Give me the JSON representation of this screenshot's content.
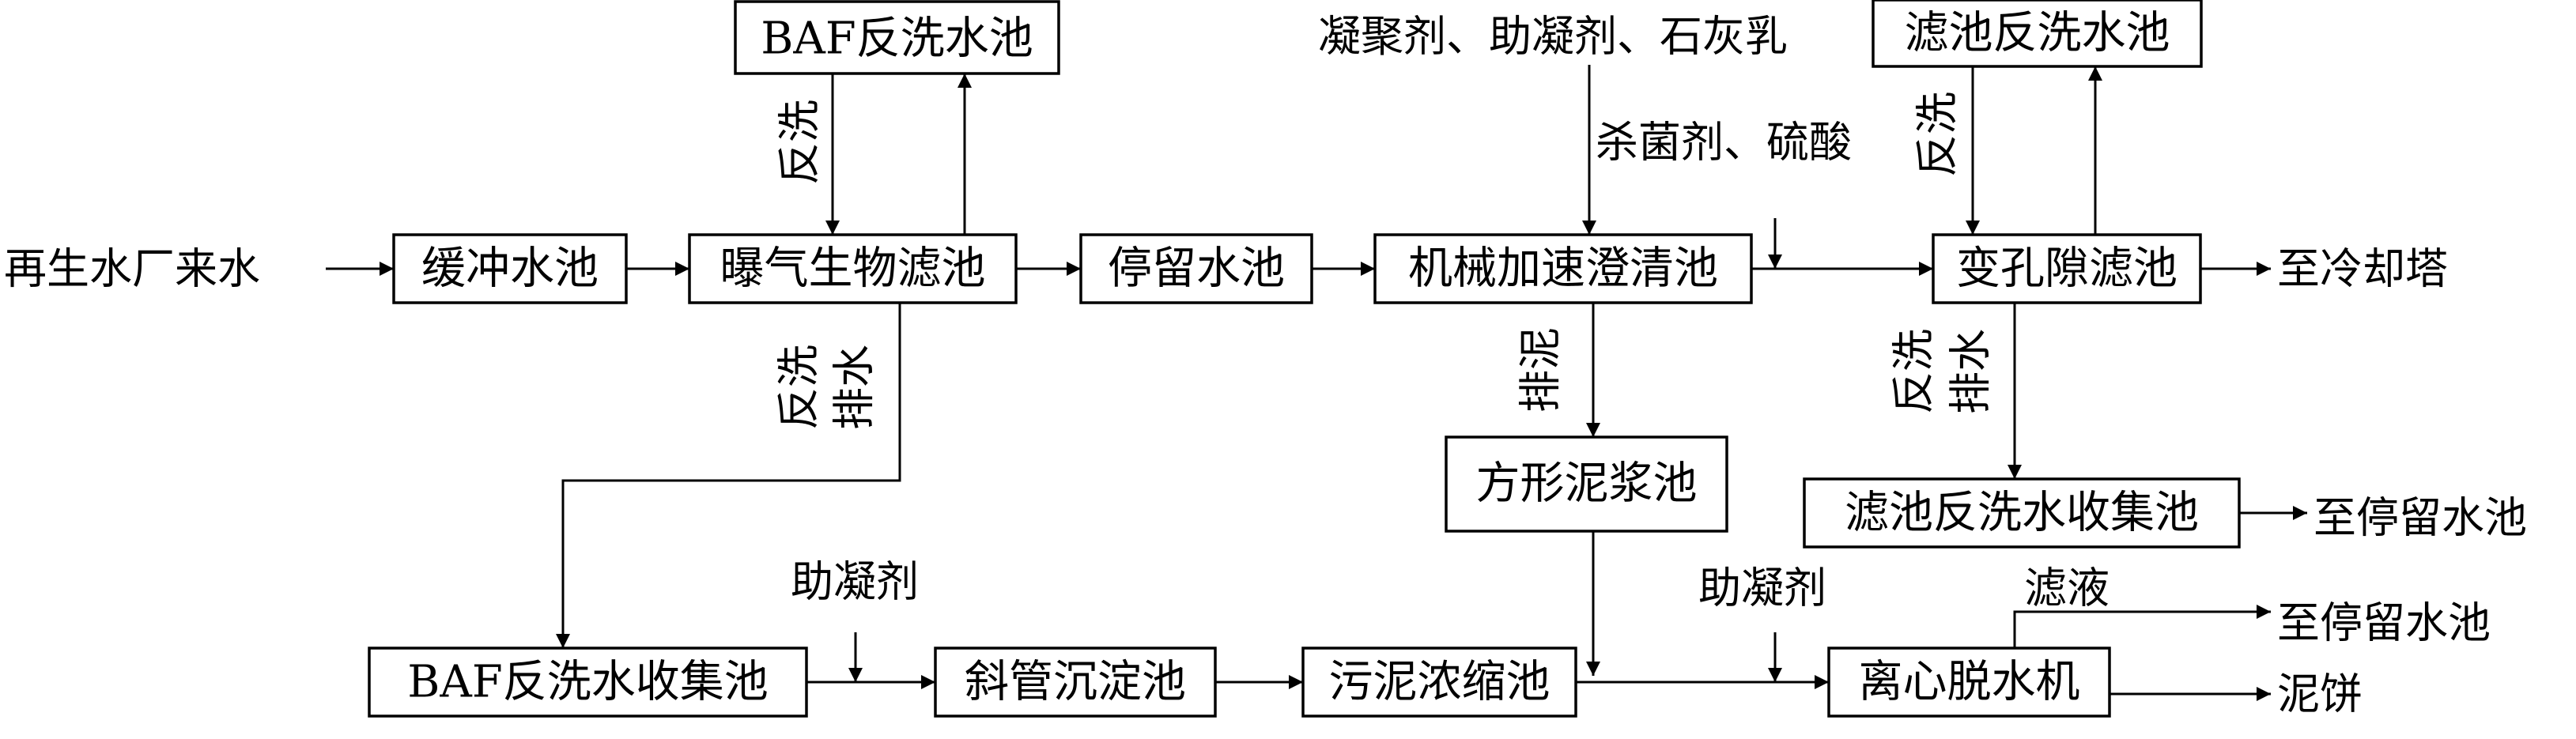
{
  "nodes": {
    "baf_backwash_tank": "BAF反洗水池",
    "buffer_tank": "缓冲水池",
    "baf": "曝气生物滤池",
    "retention_tank": "停留水池",
    "clarifier": "机械加速澄清池",
    "vpf": "变孔隙滤池",
    "filter_backwash_tank": "滤池反洗水池",
    "slurry_tank": "方形泥浆池",
    "filter_backwash_collect": "滤池反洗水收集池",
    "baf_backwash_collect": "BAF反洗水收集池",
    "inclined_settler": "斜管沉淀池",
    "thickener": "污泥浓缩池",
    "centrifuge": "离心脱水机"
  },
  "labels": {
    "source": "再生水厂来水",
    "coagulants": "凝聚剂、助凝剂、石灰乳",
    "bactericide": "杀菌剂、硫酸",
    "to_cooling_tower": "至冷却塔",
    "to_retention_1": "至停留水池",
    "to_retention_2": "至停留水池",
    "filtrate": "滤液",
    "sludge_cake": "泥饼",
    "flocculant_1": "助凝剂",
    "flocculant_2": "助凝剂",
    "backwash_baf": "反洗",
    "backwash_vpf": "反洗",
    "sludge_discharge": "排泥",
    "backwash_drain_baf_1": "反洗",
    "backwash_drain_baf_2": "排水",
    "backwash_drain_vpf_1": "反洗",
    "backwash_drain_vpf_2": "排水"
  }
}
